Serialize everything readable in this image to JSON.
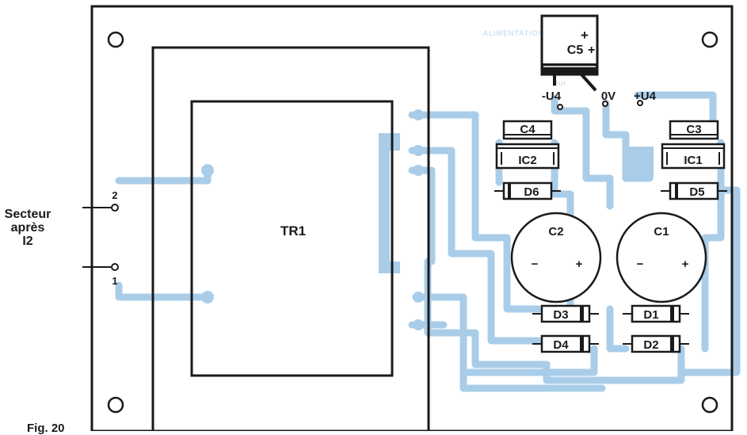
{
  "side_label": [
    "Secteur",
    "après",
    "I2"
  ],
  "figure_label": "Fig. 20",
  "faint_text": [
    "ALIMENTATION PROTEC",
    "sur"
  ],
  "terminals": {
    "t2": "2",
    "t1": "1"
  },
  "components": {
    "transformer": "TR1",
    "c5": "C5",
    "c5_plus": "+",
    "c4": "C4",
    "c3": "C3",
    "ic2": "IC2",
    "ic1": "IC1",
    "d6": "D6",
    "d5": "D5",
    "c2": "C2",
    "c1": "C1",
    "minus": "−",
    "plus": "+",
    "d3": "D3",
    "d1": "D1",
    "d4": "D4",
    "d2": "D2"
  },
  "outputs": {
    "neg": "-U4",
    "zero": "0V",
    "pos": "+U4"
  },
  "colors": {
    "trace": "#a9cde9",
    "ink": "#1a1a1a",
    "board": "#ffffff"
  }
}
